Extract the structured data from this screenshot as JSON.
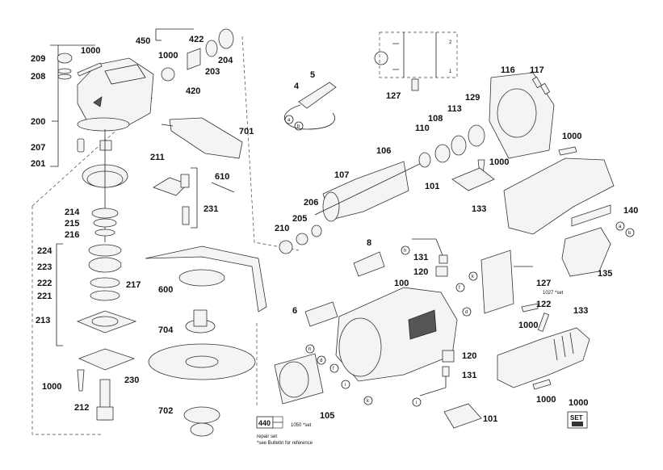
{
  "labels": {
    "p209": "209",
    "p208": "208",
    "p1000a": "1000",
    "p450": "450",
    "p422": "422",
    "p1000b": "1000",
    "p204": "204",
    "p203": "203",
    "p420": "420",
    "p200": "200",
    "p207": "207",
    "p201": "201",
    "p211": "211",
    "p701": "701",
    "p610": "610",
    "p231": "231",
    "p214": "214",
    "p215": "215",
    "p216": "216",
    "p224": "224",
    "p223": "223",
    "p222": "222",
    "p221": "221",
    "p217": "217",
    "p213": "213",
    "p230": "230",
    "p1000c": "1000",
    "p212": "212",
    "p600": "600",
    "p704": "704",
    "p702": "702",
    "p4": "4",
    "p5": "5",
    "p127a": "127",
    "p116": "116",
    "p117": "117",
    "p129": "129",
    "p113": "113",
    "p108": "108",
    "p110": "110",
    "p106": "106",
    "p107": "107",
    "p1000d": "1000",
    "p101a": "101",
    "p1000e": "1000",
    "p206": "206",
    "p205": "205",
    "p210": "210",
    "p133a": "133",
    "p140": "140",
    "p135": "135",
    "p8": "8",
    "p131a": "131",
    "p120a": "120",
    "p100": "100",
    "p127b": "127",
    "p6": "6",
    "p122": "122",
    "p1000f": "1000",
    "p133b": "133",
    "p120b": "120",
    "p131b": "131",
    "p105": "105",
    "p1000g": "1000",
    "p101b": "101",
    "p1000h": "1000"
  },
  "letters": {
    "a1": "a",
    "b1": "b",
    "a2": "a",
    "b2": "b",
    "h1": "h",
    "k1": "k",
    "f1": "f",
    "d1": "d",
    "h2": "h",
    "d2": "d",
    "f2": "f",
    "i1": "i",
    "k2": "k",
    "i2": "i"
  },
  "notes": {
    "set1027": "1027 *set",
    "set1050": "1050 *set",
    "repair_badge": "440",
    "repair_set": "repair set",
    "bulletin": "*see Bulletin for reference",
    "set_badge": "SET"
  },
  "schematic": {
    "t2": "2",
    "t1": "1"
  }
}
